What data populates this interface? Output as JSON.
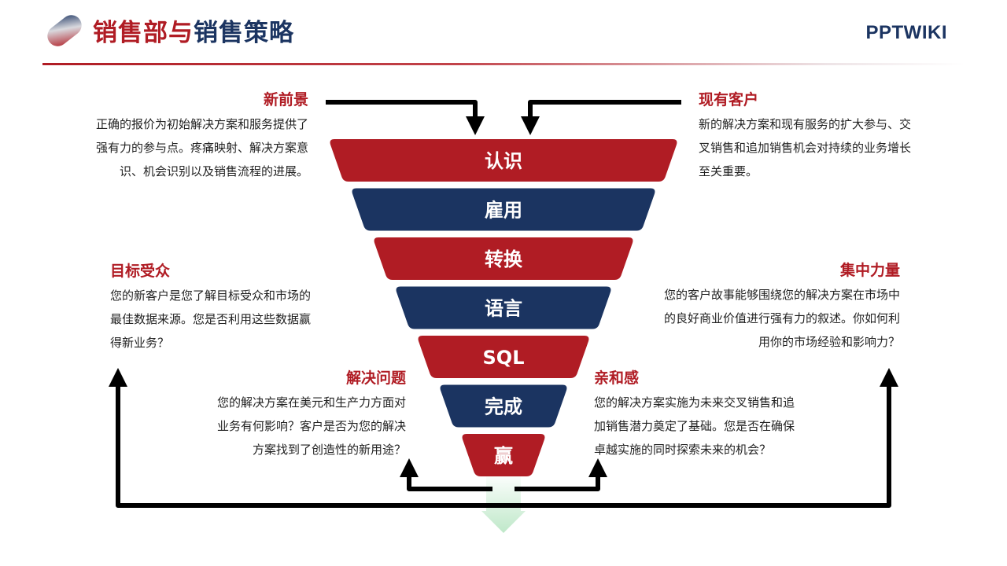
{
  "header": {
    "title_part1": "销售部与",
    "title_part2": "销售策略",
    "brand": "PPTWIKI"
  },
  "colors": {
    "red": "#b01c24",
    "blue": "#1b3461",
    "green": "#bfe8c9",
    "arrow": "#000000"
  },
  "funnel": {
    "stages": [
      {
        "label": "认识",
        "color": "red"
      },
      {
        "label": "雇用",
        "color": "blue"
      },
      {
        "label": "转换",
        "color": "red"
      },
      {
        "label": "语言",
        "color": "blue"
      },
      {
        "label": "SQL",
        "color": "red"
      },
      {
        "label": "完成",
        "color": "blue"
      },
      {
        "label": "赢",
        "color": "red"
      }
    ]
  },
  "blocks": {
    "new_prospects": {
      "title": "新前景",
      "lines": [
        "正确的报价为初始解决方案和服务提供了",
        "强有力的参与点。疼痛映射、解决方案意",
        "识、机会识别以及销售流程的进展。"
      ]
    },
    "existing_customers": {
      "title": "现有客户",
      "lines": [
        "新的解决方案和现有服务的扩大参与、交",
        "叉销售和追加销售机会对持续的业务增长",
        "至关重要。"
      ]
    },
    "target_audience": {
      "title": "目标受众",
      "lines": [
        "您的新客户是您了解目标受众和市场的",
        "最佳数据来源。您是否利用这些数据赢",
        "得新业务？"
      ]
    },
    "focus": {
      "title": "集中力量",
      "lines": [
        "您的客户故事能够围绕您的解决方案在市场中",
        "的良好商业价值进行强有力的叙述。你如何利",
        "用你的市场经验和影响力？"
      ]
    },
    "solve_problems": {
      "title": "解决问题",
      "lines": [
        "您的解决方案在美元和生产力方面对",
        "业务有何影响？客户是否为您的解决",
        "方案找到了创造性的新用途？"
      ]
    },
    "affinity": {
      "title": "亲和感",
      "lines": [
        "您的解决方案实施为未来交叉销售和追",
        "加销售潜力奠定了基础。您是否在确保",
        "卓越实施的同时探索未来的机会？"
      ]
    }
  }
}
